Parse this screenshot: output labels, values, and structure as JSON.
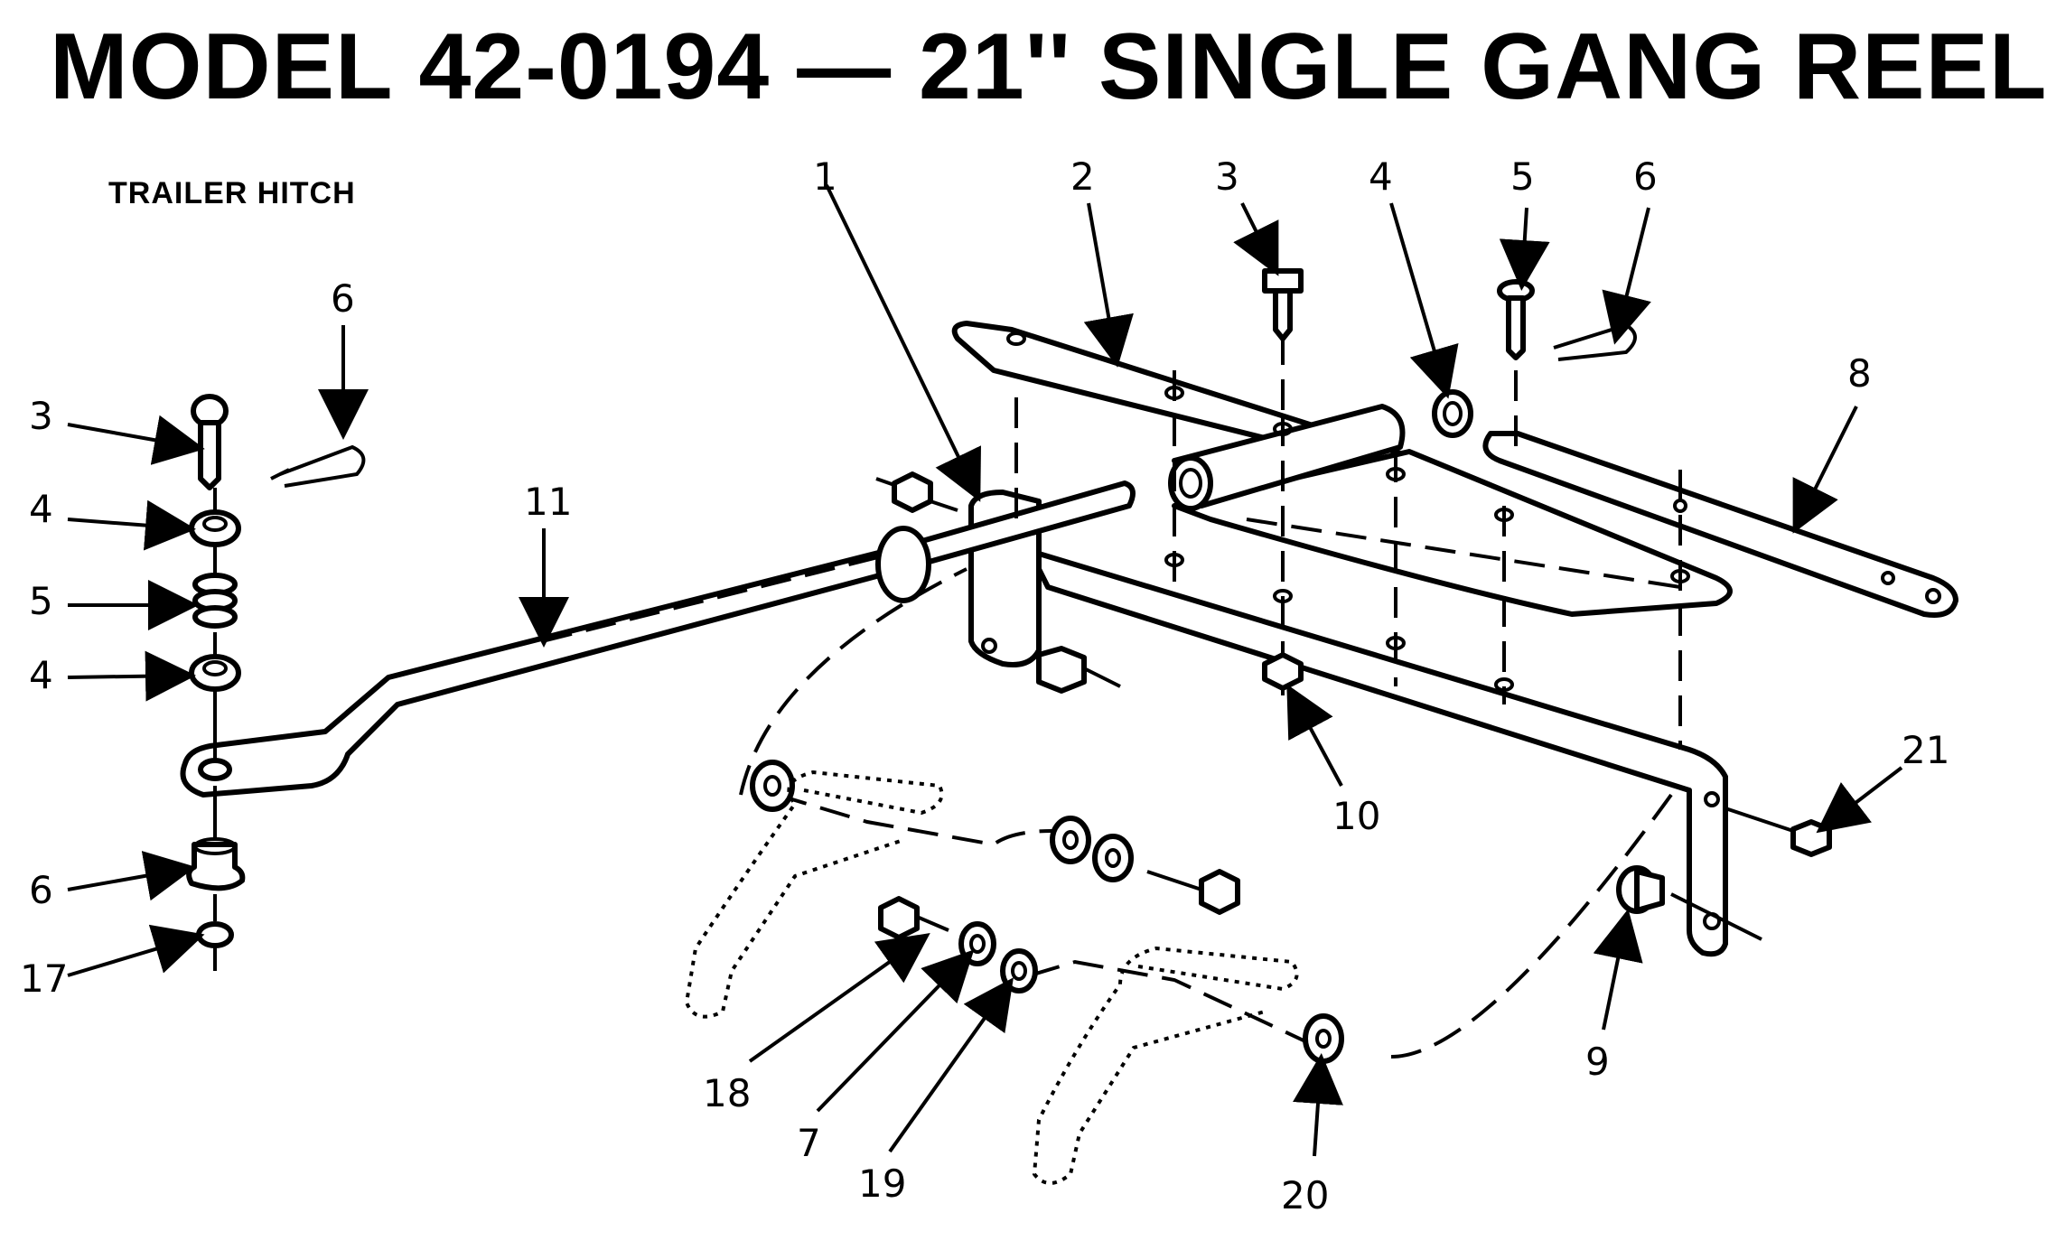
{
  "title": "MODEL 42-0194 — 21'' SINGLE GANG REEL",
  "subtitle": "TRAILER HITCH",
  "callouts": [
    "1",
    "2",
    "3",
    "4",
    "5",
    "6",
    "8",
    "3",
    "4",
    "5",
    "4",
    "6",
    "17",
    "11",
    "10",
    "21",
    "9",
    "18",
    "7",
    "19",
    "20",
    "6"
  ]
}
